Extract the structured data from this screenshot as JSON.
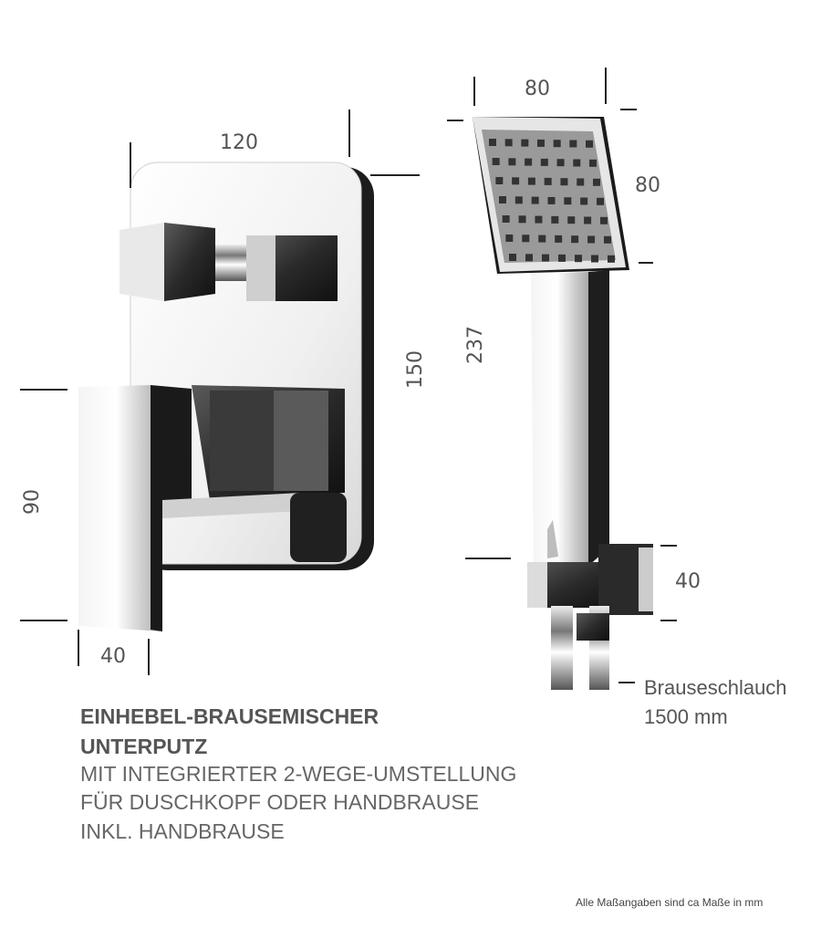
{
  "dimensions": {
    "mixer_width": "120",
    "mixer_height": "150",
    "lever_height": "90",
    "lever_depth": "40",
    "head_width": "80",
    "head_height": "80",
    "handle_length": "237",
    "holder_height": "40"
  },
  "hose": {
    "name": "Brauseschlauch",
    "length": "1500 mm"
  },
  "description": {
    "line1": "EINHEBEL-BRAUSEMISCHER",
    "line2": "UNTERPUTZ",
    "line3": "MIT INTEGRIERTER 2-WEGE-UMSTELLUNG",
    "line4": "FÜR DUSCHKOPF ODER HANDBRAUSE",
    "line5": "INKL. HANDBRAUSE"
  },
  "footnote": "Alle Maßangaben sind ca Maße in mm"
}
